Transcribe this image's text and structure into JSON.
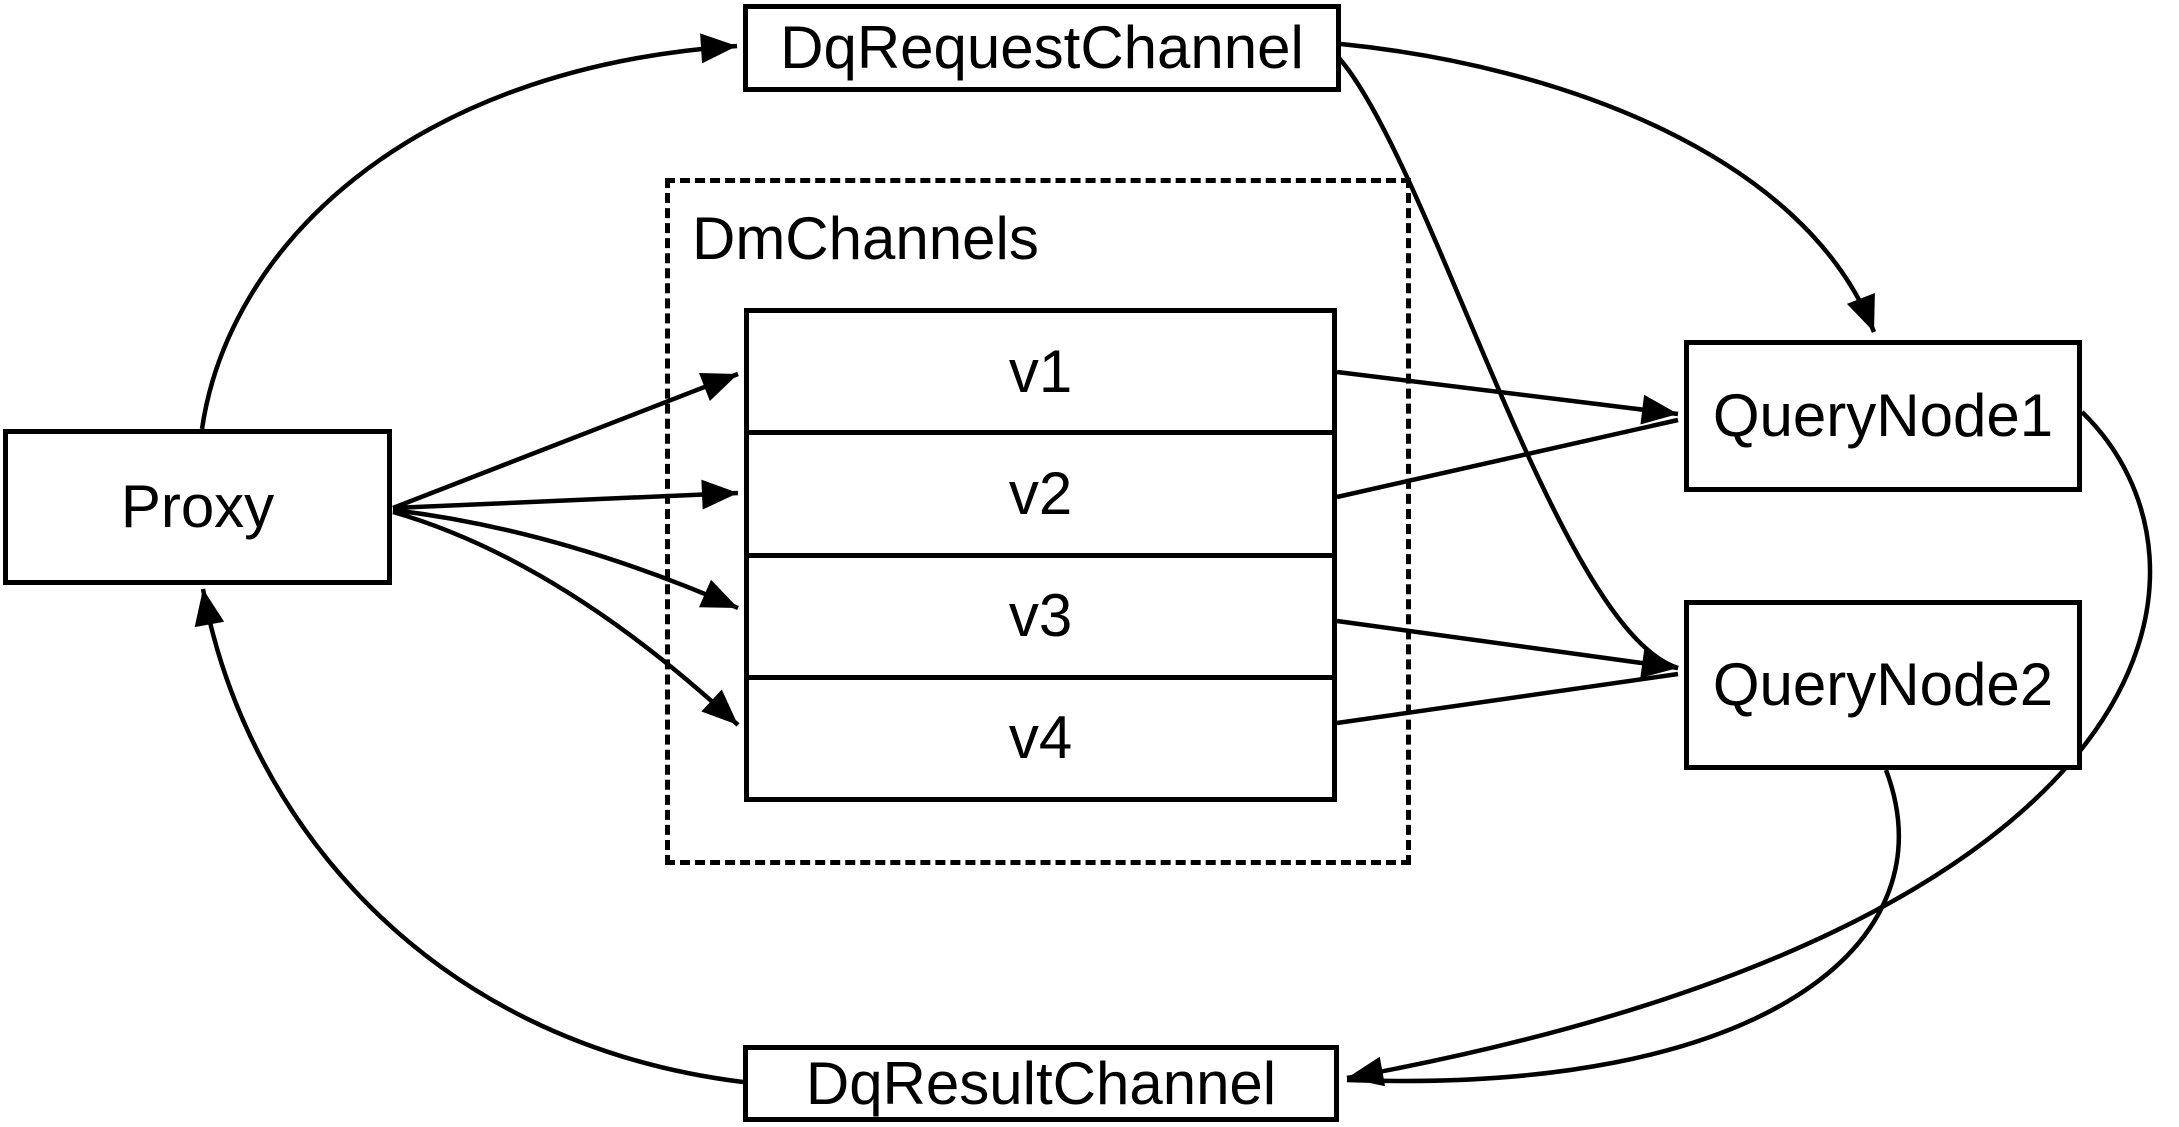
{
  "diagram": {
    "colors": {
      "background": "#ffffff",
      "stroke": "#000000",
      "text": "#000000"
    },
    "nodes": {
      "proxy": {
        "label": "Proxy"
      },
      "dq_request_channel": {
        "label": "DqRequestChannel"
      },
      "dm_channels_group": {
        "label": "DmChannels"
      },
      "channels": [
        {
          "label": "v1"
        },
        {
          "label": "v2"
        },
        {
          "label": "v3"
        },
        {
          "label": "v4"
        }
      ],
      "query_node_1": {
        "label": "QueryNode1"
      },
      "query_node_2": {
        "label": "QueryNode2"
      },
      "dq_result_channel": {
        "label": "DqResultChannel"
      }
    },
    "edges": [
      {
        "from": "Proxy",
        "to": "DqRequestChannel"
      },
      {
        "from": "DqRequestChannel",
        "to": "QueryNode1"
      },
      {
        "from": "DqRequestChannel",
        "to": "QueryNode2"
      },
      {
        "from": "Proxy",
        "to": "v1"
      },
      {
        "from": "Proxy",
        "to": "v2"
      },
      {
        "from": "Proxy",
        "to": "v3"
      },
      {
        "from": "Proxy",
        "to": "v4"
      },
      {
        "from": "v1",
        "to": "QueryNode1"
      },
      {
        "from": "v2",
        "to": "QueryNode1"
      },
      {
        "from": "v3",
        "to": "QueryNode2"
      },
      {
        "from": "v4",
        "to": "QueryNode2"
      },
      {
        "from": "QueryNode1",
        "to": "DqResultChannel"
      },
      {
        "from": "QueryNode2",
        "to": "DqResultChannel"
      },
      {
        "from": "DqResultChannel",
        "to": "Proxy"
      }
    ]
  }
}
